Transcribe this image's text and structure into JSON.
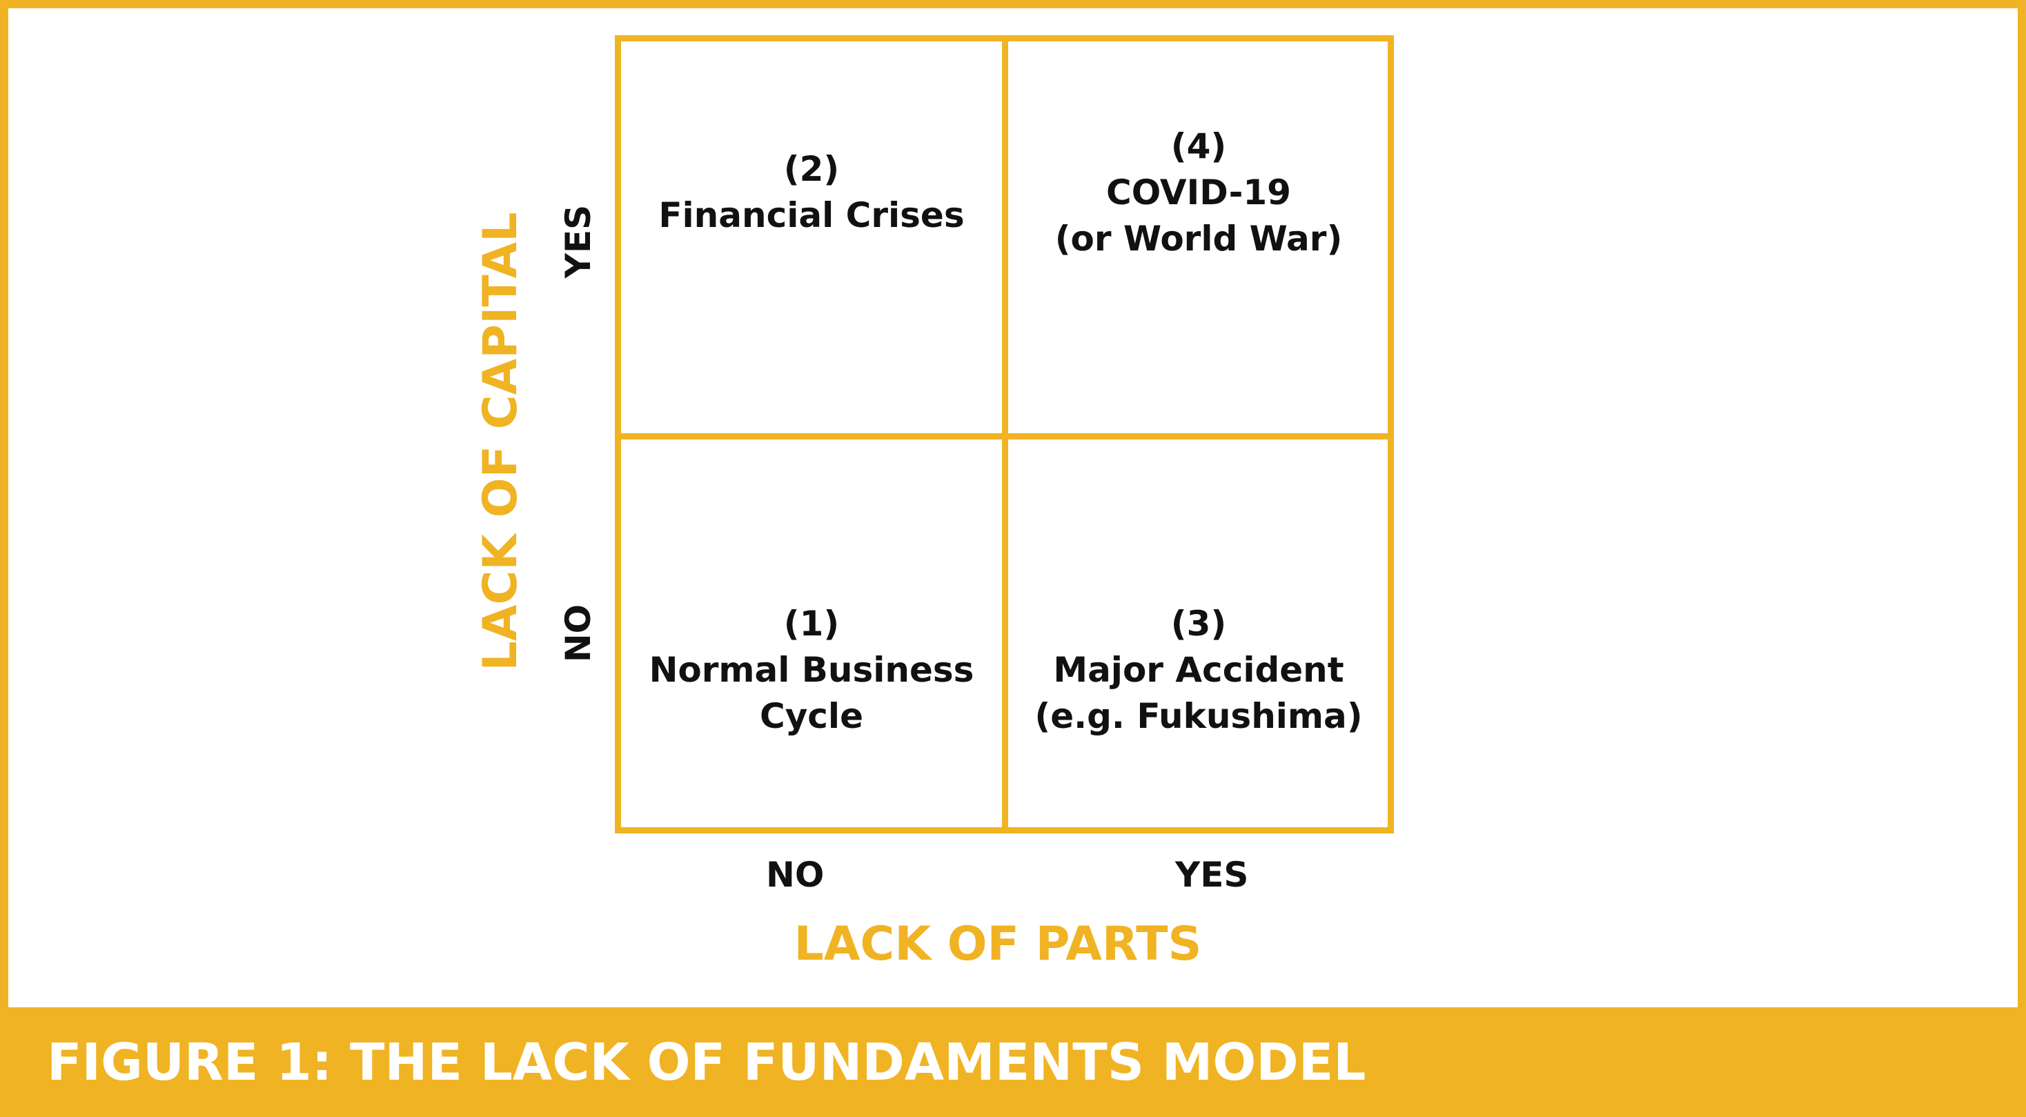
{
  "figure_title": "FIGURE 1: THE LACK OF FUNDAMENTS MODEL",
  "axes": {
    "x": {
      "title": "LACK OF PARTS",
      "ticks": [
        "NO",
        "YES"
      ]
    },
    "y": {
      "title": "LACK OF CAPITAL",
      "ticks": [
        "NO",
        "YES"
      ]
    }
  },
  "quadrants": {
    "top_left": {
      "number": "(2)",
      "lines": [
        "Financial Crises"
      ]
    },
    "top_right": {
      "number": "(4)",
      "lines": [
        "COVID-19",
        "(or World War)"
      ]
    },
    "bottom_left": {
      "number": "(1)",
      "lines": [
        "Normal Business",
        "Cycle"
      ]
    },
    "bottom_right": {
      "number": "(3)",
      "lines": [
        "Major Accident",
        "(e.g. Fukushima)"
      ]
    }
  },
  "colors": {
    "accent": "#f0b323",
    "text": "#111111",
    "banner_text": "#ffffff"
  }
}
